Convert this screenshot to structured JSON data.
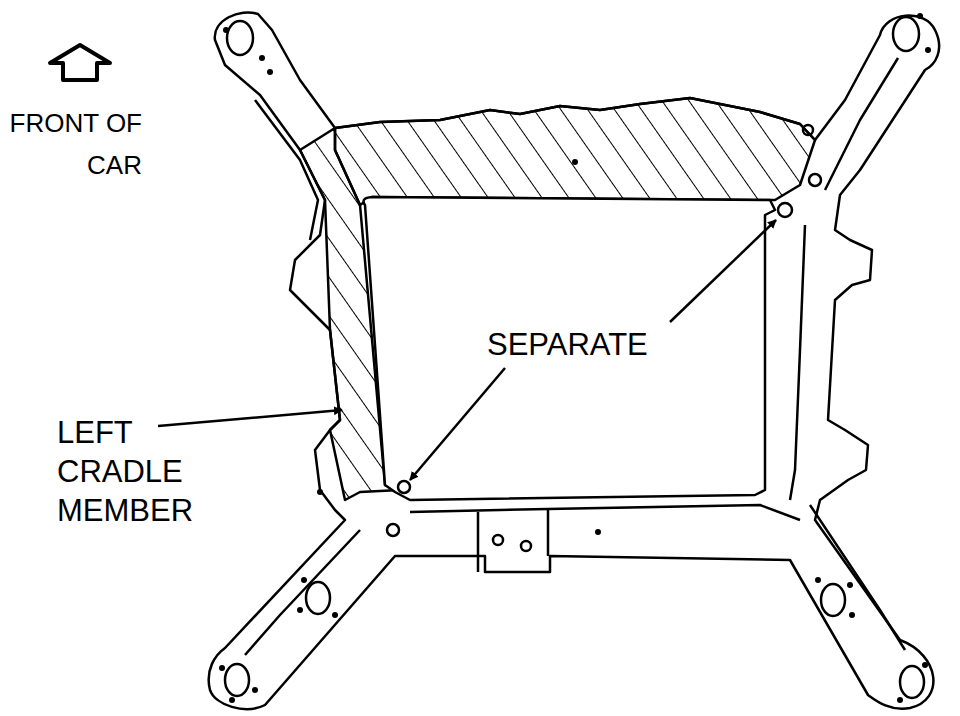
{
  "diagram": {
    "labels": [
      "FRONT OF CAR",
      "SEPARATE",
      "LEFT CRADLE MEMBER"
    ]
  }
}
